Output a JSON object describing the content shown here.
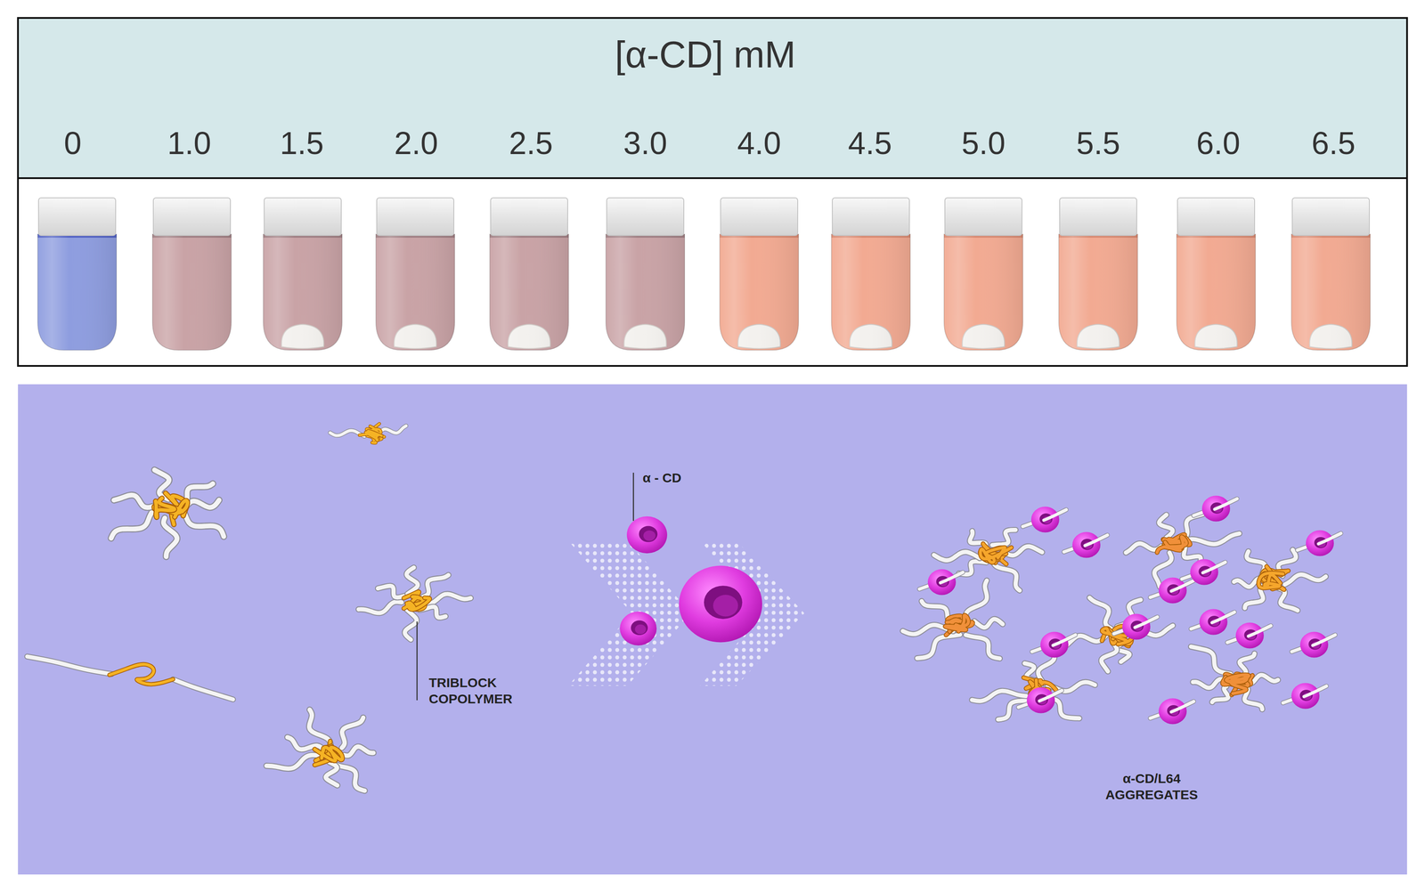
{
  "diagram": {
    "title": "[α-CD] mM",
    "labels": [
      "0",
      "1.0",
      "1.5",
      "2.0",
      "2.5",
      "3.0",
      "4.0",
      "4.5",
      "5.0",
      "5.5",
      "6.0",
      "6.5",
      "α - CD",
      "TRIBLOCK COPOLYMER",
      "α-CD/L64 AGGREGATES"
    ]
  }
}
